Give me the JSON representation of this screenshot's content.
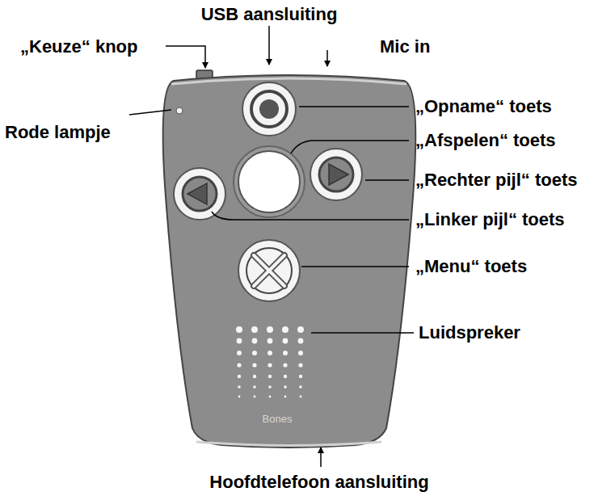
{
  "diagram": {
    "labels": [
      "„Keuze“ knop",
      "USB aansluiting",
      "Mic in",
      "Rode lampje",
      "„Opname“ toets",
      "„Afspelen“ toets",
      "„Rechter pijl“ toets",
      "„Linker pijl“ toets",
      "„Menu“ toets",
      "Luidspreker",
      "Hoofdtelefoon aansluiting",
      "Bones"
    ]
  }
}
